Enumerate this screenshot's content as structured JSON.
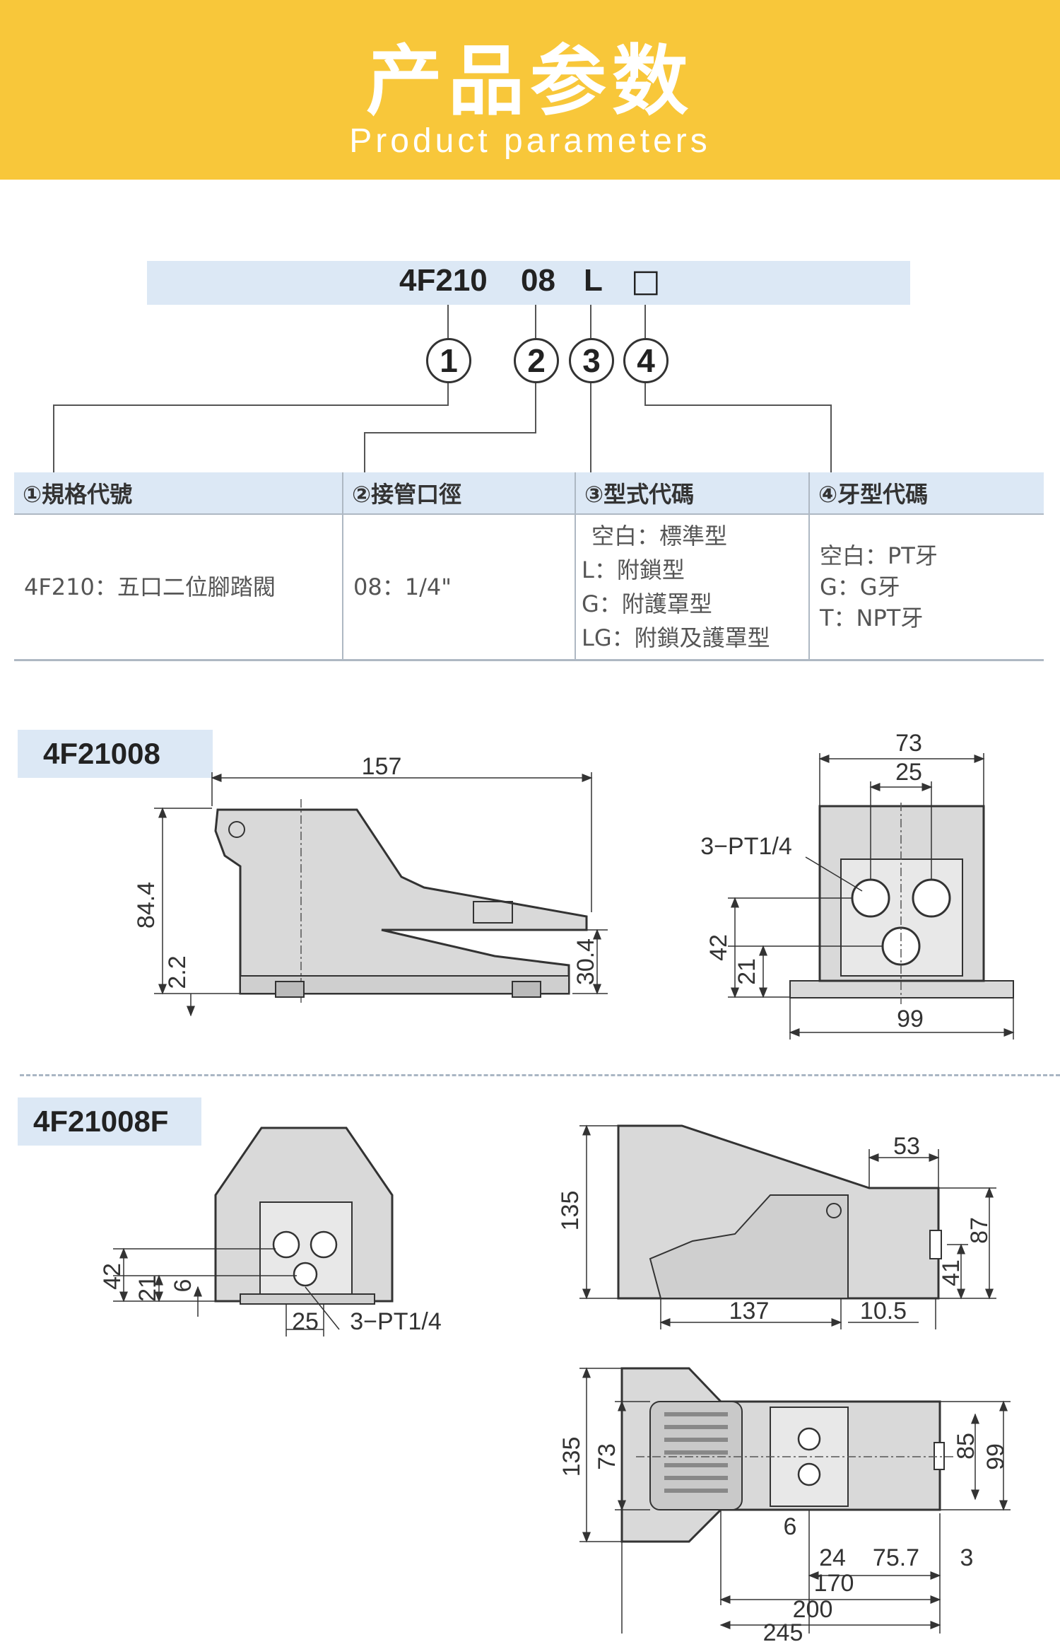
{
  "banner": {
    "title": "产品参数",
    "subtitle": "Product parameters"
  },
  "code": {
    "parts": [
      "4F210",
      "08",
      "L",
      "□"
    ],
    "markers": [
      "1",
      "2",
      "3",
      "4"
    ]
  },
  "table": {
    "headers": [
      "①規格代號",
      "②接管口徑",
      "③型式代碼",
      "④牙型代碼"
    ],
    "col1": "4F210：五口二位腳踏閥",
    "col2": "08：1/4\"",
    "col3": [
      "空白：標準型",
      "L：附鎖型",
      "G：附護罩型",
      "LG：附鎖及護罩型"
    ],
    "col4": [
      "空白：PT牙",
      "G：G牙",
      "T：NPT牙"
    ]
  },
  "model1": {
    "label": "4F21008",
    "dims": {
      "length": "157",
      "height": "84.4",
      "base": "2.2",
      "pedal": "30.4",
      "width": "73",
      "port_pitch": "25",
      "port": "3−PT1/4",
      "h42": "42",
      "h21": "21",
      "base_w": "99"
    }
  },
  "model2": {
    "label": "4F21008F",
    "front": {
      "h42": "42",
      "h21": "21",
      "h6": "6",
      "w25": "25",
      "port": "3−PT1/4"
    },
    "side": {
      "h135": "135",
      "w53": "53",
      "h87": "87",
      "h41": "41",
      "w137": "137",
      "w105": "10.5"
    },
    "top": {
      "h135": "135",
      "h73": "73",
      "h85": "85",
      "h99": "99",
      "w6": "6",
      "w24": "24",
      "w757": "75.7",
      "w3": "3",
      "w170": "170",
      "w200": "200",
      "w245": "245"
    }
  },
  "colors": {
    "banner": "#f8c73a",
    "header_bg": "#dce8f5",
    "drawing_fill": "#d9d9d9",
    "line": "#333333"
  }
}
